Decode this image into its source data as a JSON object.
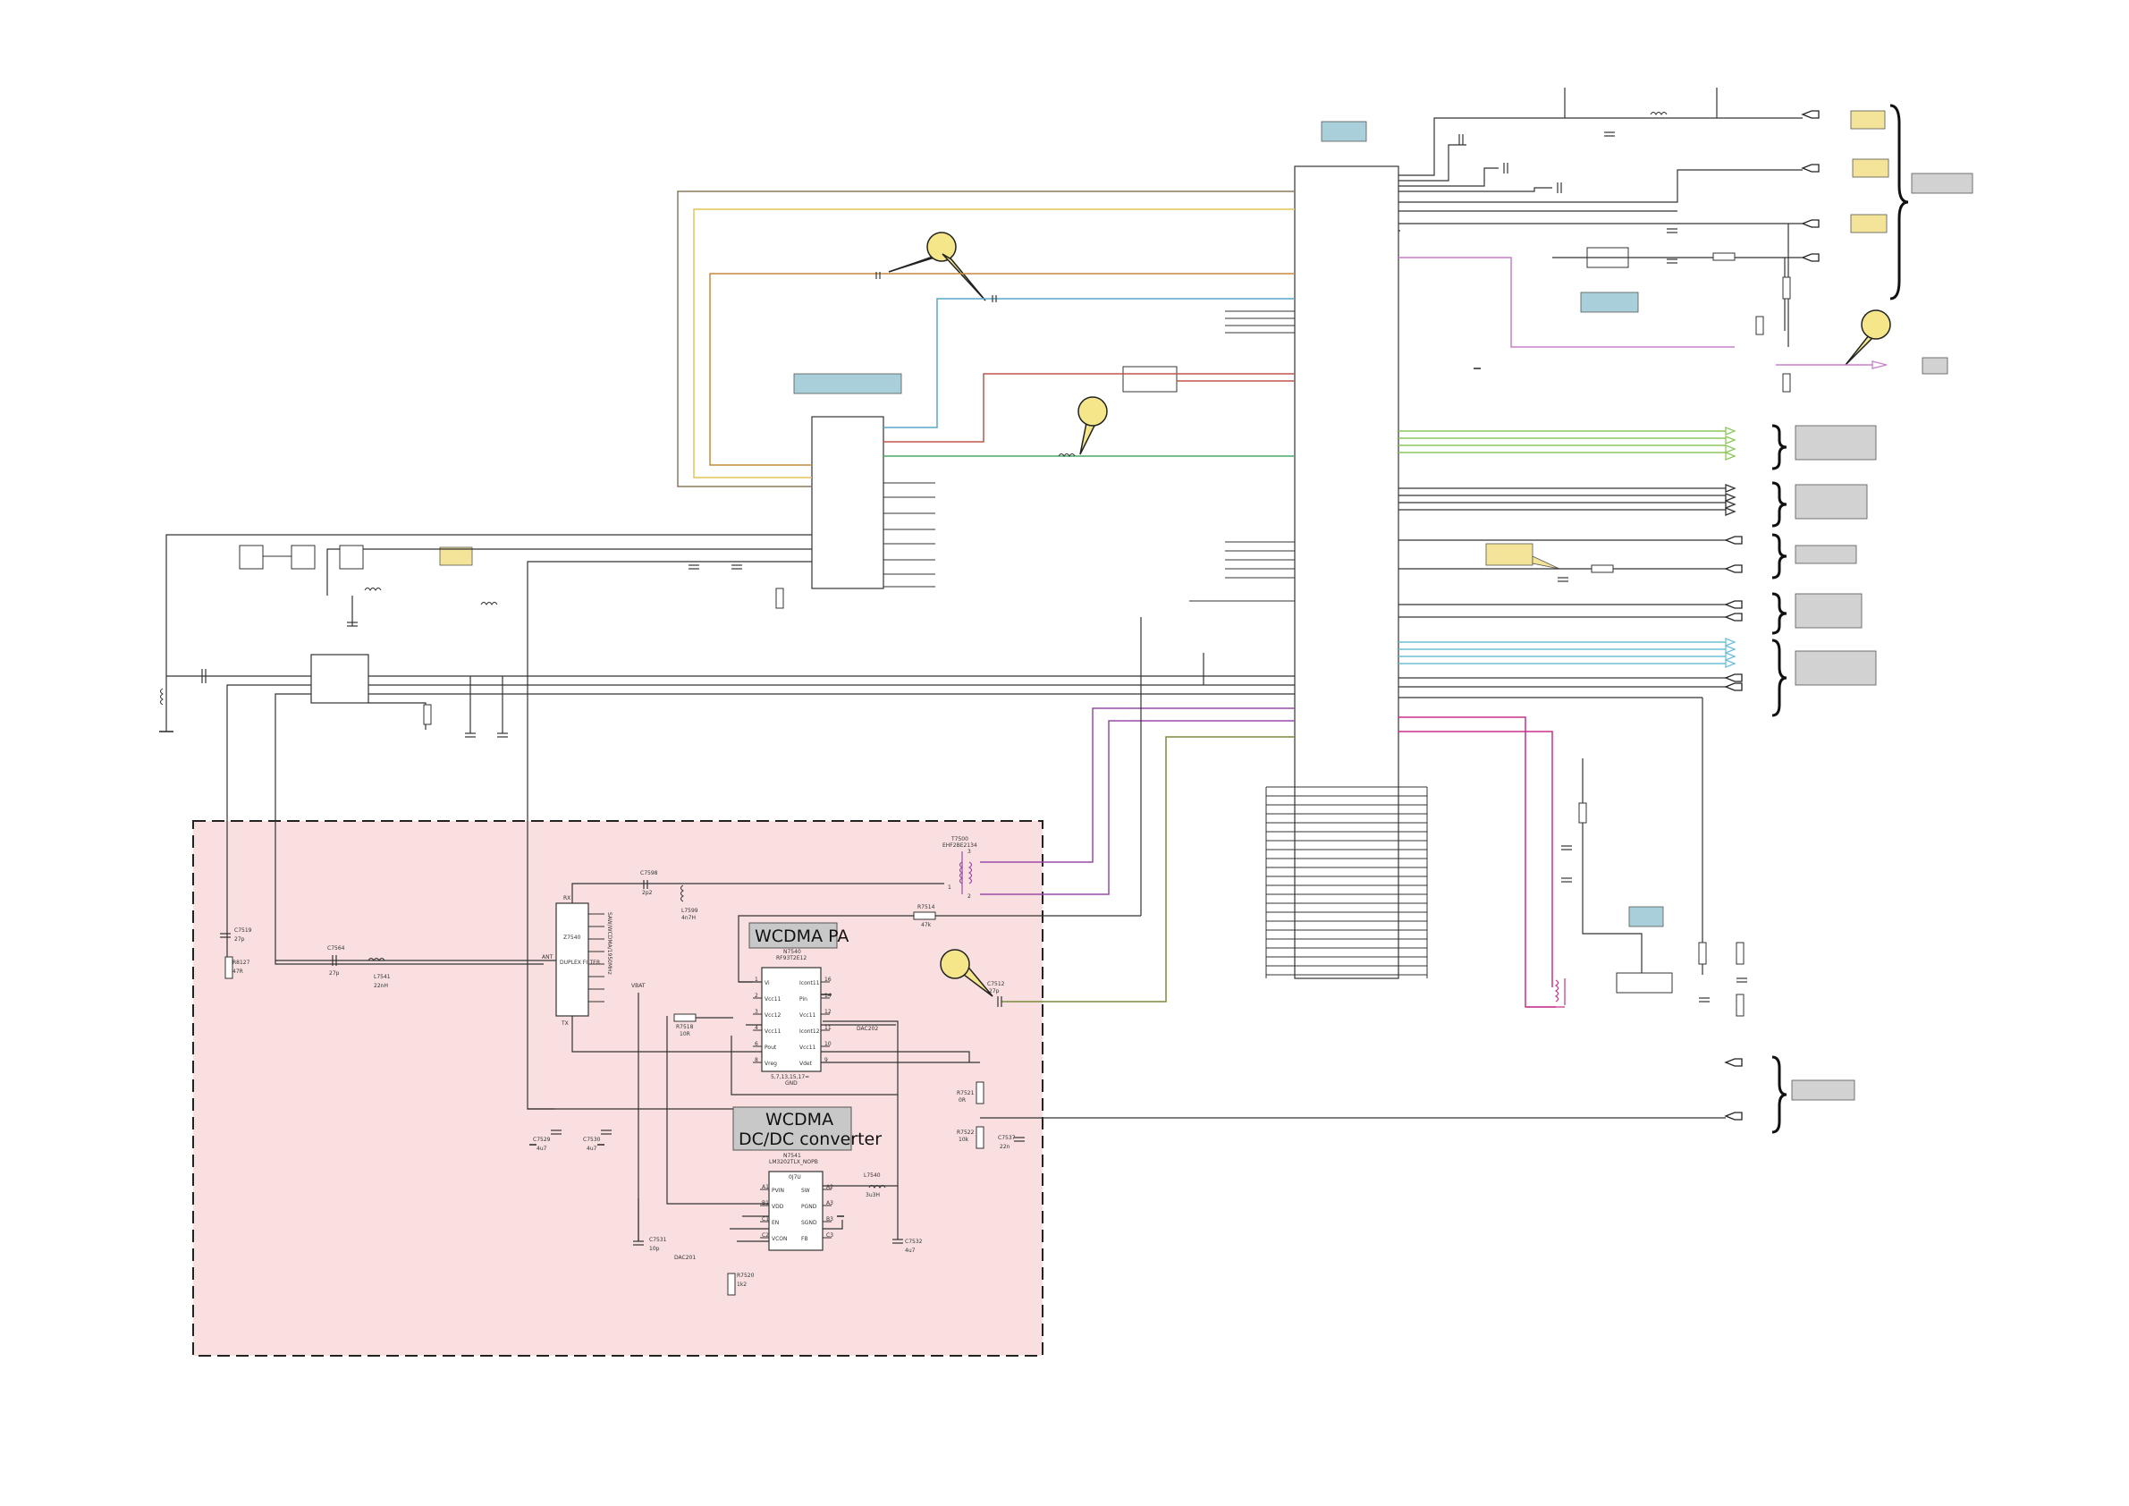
{
  "titles": {
    "pa": "WCDMA PA",
    "dcdc_line1": "WCDMA",
    "dcdc_line2": "DC/DC converter"
  },
  "components": {
    "t7500": {
      "ref": "T7500",
      "part": "EHF2BE2134"
    },
    "n7540": {
      "ref": "N7540",
      "part": "RF93T2E12"
    },
    "n7541": {
      "ref": "N7541",
      "part": "LM3202TLX_NOPB",
      "sub": "0J7U"
    },
    "z7540": {
      "ref": "Z7540",
      "part": "DUPLEX FILTER",
      "side": "SAW/WCDMA/1950MHz"
    },
    "c7598": {
      "ref": "C7598",
      "value": "2p2"
    },
    "l7599": {
      "ref": "L7599",
      "value": "4n7H"
    },
    "r7514": {
      "ref": "R7514",
      "value": "47k"
    },
    "c7519": {
      "ref": "C7519",
      "value": "27p"
    },
    "r8127": {
      "ref": "R8127",
      "value": "47R"
    },
    "c7564": {
      "ref": "C7564",
      "value": "27p"
    },
    "l7541": {
      "ref": "L7541",
      "value": "22nH"
    },
    "c7512": {
      "ref": "C7512",
      "value": "27p"
    },
    "r7518": {
      "ref": "R7518",
      "value": "10R"
    },
    "r7521": {
      "ref": "R7521",
      "value": "0R"
    },
    "r7522": {
      "ref": "R7522",
      "value": "10k"
    },
    "c7537": {
      "ref": "C7537",
      "value": "22n"
    },
    "c7529": {
      "ref": "C7529",
      "value": "4u7"
    },
    "c7530": {
      "ref": "C7530",
      "value": "4u7"
    },
    "c7531": {
      "ref": "C7531",
      "value": "10p"
    },
    "c7532": {
      "ref": "C7532",
      "value": "4u7"
    },
    "l7540": {
      "ref": "L7540",
      "value": "3u3H"
    },
    "r7520": {
      "ref": "R7520",
      "value": "1k2"
    }
  },
  "pa_pins_left": [
    {
      "num": "1",
      "name": "Vi"
    },
    {
      "num": "2",
      "name": "Vcc11"
    },
    {
      "num": "3",
      "name": "Vcc12"
    },
    {
      "num": "4",
      "name": "Vcc11"
    },
    {
      "num": "6",
      "name": "Pout"
    },
    {
      "num": "8",
      "name": "Vreg"
    }
  ],
  "pa_pins_right": [
    {
      "num": "16",
      "name": "Icont11"
    },
    {
      "num": "14",
      "name": "Pin"
    },
    {
      "num": "12",
      "name": "Vcc11"
    },
    {
      "num": "11",
      "name": "Icont12"
    },
    {
      "num": "10",
      "name": "Vcc11"
    },
    {
      "num": "9",
      "name": "Vdet"
    }
  ],
  "pa_gnd": {
    "pins": "5,7,13,15,17=",
    "name": "GND"
  },
  "dc_pins_left": [
    {
      "num": "A1",
      "name": "PVIN"
    },
    {
      "num": "B1",
      "name": "VDD"
    },
    {
      "num": "C1",
      "name": "EN"
    },
    {
      "num": "C2",
      "name": "VCON"
    }
  ],
  "dc_pins_right": [
    {
      "num": "A2",
      "name": "SW"
    },
    {
      "num": "A3",
      "name": "PGND"
    },
    {
      "num": "B3",
      "name": "SGND"
    },
    {
      "num": "C3",
      "name": "FB"
    }
  ],
  "duplex_ports": {
    "rx": "RX",
    "ant": "ANT",
    "tx": "TX"
  },
  "nets": {
    "vbat": "VBAT",
    "dac201": "DAC201",
    "dac202": "DAC202"
  },
  "transformer_pins": {
    "p1": "1",
    "p2": "2",
    "p3": "3"
  },
  "colors": {
    "wire": "#3a3a3a",
    "highlight_fill": "#f9dfe0",
    "callout": "#f5e68a",
    "blue_box": "#a9d0da",
    "yellow_box": "#f3e49a",
    "gray_box": "#d2d2d2",
    "net_orange": "#c88a3c",
    "net_yellow": "#e6c25a",
    "net_blue": "#5aa6c8",
    "net_red": "#c0564a",
    "net_green": "#4caa6a",
    "net_purple": "#9a4aa8",
    "net_lime": "#8cc858",
    "net_cyan": "#6cc0d8",
    "net_magenta": "#c8308a",
    "net_olive": "#7a8a3a",
    "net_pink": "#c880c8"
  },
  "icons": [
    "callout-bubble-icon",
    "ground-icon",
    "arrow-icon",
    "brace-icon"
  ]
}
